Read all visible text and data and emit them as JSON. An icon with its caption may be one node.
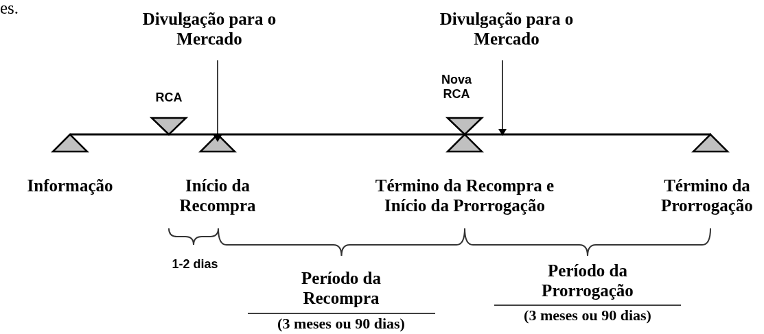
{
  "diagram": {
    "nodes": [
      {
        "text": [
          "Divulgação para o Mercado"
        ]
      },
      {
        "text": [
          "Divulgação para o Mercado"
        ]
      }
    ],
    "edges": [
      {
        "from": 0,
        "to": null,
        "arrow": "to"
      },
      {
        "from": 1,
        "to": null,
        "arrow": "to"
      }
    ],
    "labels": [
      "es.",
      "RCA",
      "Nova RCA",
      "Informação",
      "Início da Recompra",
      "Término da Recompra e Início da Prorrogação",
      "Término da Prorrogação",
      "1-2 dias",
      "Período da Recompra",
      "(3 meses ou 90 dias)",
      "Período da Prorrogação",
      "(3 meses ou 90 dias)"
    ]
  }
}
